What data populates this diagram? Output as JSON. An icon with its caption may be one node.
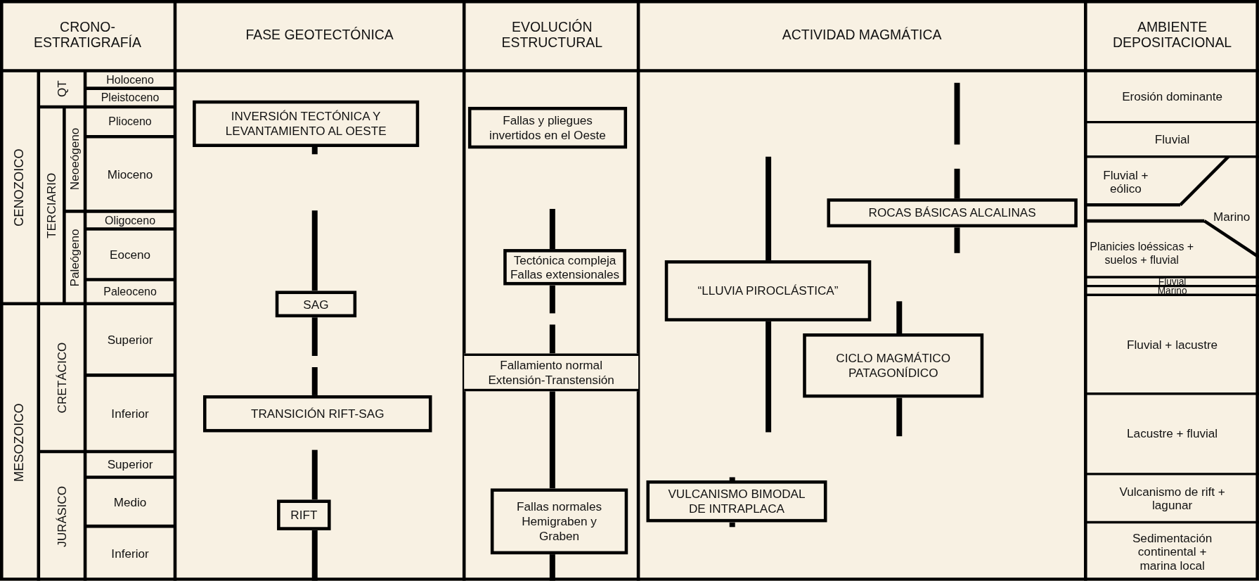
{
  "diagram": {
    "nodes": [
      {
        "text": [
          "INVERSIÓN TECTÓNICA Y LEVANTAMIENTO AL OESTE"
        ]
      },
      {
        "text": [
          "SAG"
        ]
      },
      {
        "text": [
          "TRANSICIÓN RIFT-SAG"
        ]
      },
      {
        "text": [
          "RIFT"
        ]
      },
      {
        "text": [
          "Fallas y pliegues invertidos en el Oeste"
        ]
      },
      {
        "text": [
          "Tectónica compleja Fallas extensionales"
        ]
      },
      {
        "text": [
          "Fallamiento normal Extensión-Transtensión"
        ]
      },
      {
        "text": [
          "Fallas normales Hemigraben y Graben"
        ]
      },
      {
        "text": [
          "ROCAS BÁSICAS ALCALINAS"
        ]
      },
      {
        "text": [
          "“LLUVIA PIROCLÁSTICA”"
        ]
      },
      {
        "text": [
          "CICLO MAGMÁTICO PATAGONÍDICO"
        ]
      },
      {
        "text": [
          "VULCANISMO BIMODAL DE INTRAPLACA"
        ]
      }
    ],
    "edges": [
      {
        "from": 6,
        "to": 7,
        "arrow": "none"
      }
    ],
    "labels": [
      "CRONO- ESTRATIGRAFÍA",
      "FASE GEOTECTÓNICA",
      "EVOLUCIÓN ESTRUCTURAL",
      "ACTIVIDAD MAGMÁTICA",
      "AMBIENTE DEPOSITACIONAL",
      "CENOZOICO",
      "QT",
      "TERCIARIO",
      "Neoeógeno",
      "Paleógeno",
      "MESOZOICO",
      "CRETÁCICO",
      "JURÁSICO",
      "Holoceno",
      "Pleistoceno",
      "Plioceno",
      "Mioceno",
      "Oligoceno",
      "Eoceno",
      "Paleoceno",
      "Superior",
      "Inferior",
      "Superior",
      "Medio",
      "Inferior",
      "Erosión dominante",
      "Fluvial",
      "Fluvial + eólico",
      "Marino",
      "Planicies loéssicas + suelos + fluvial",
      "Fluvial",
      "Marino",
      "Fluvial + lacustre",
      "Lacustre + fluvial",
      "Vulcanismo de rift + lagunar",
      "Sedimentación continental + marina local"
    ]
  }
}
